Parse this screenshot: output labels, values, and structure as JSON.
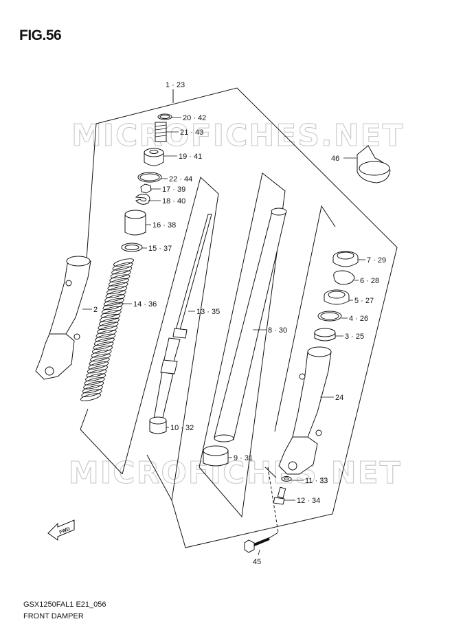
{
  "figure": {
    "title": "FIG.56",
    "model_code": "GSX1250FAL1 E21_056",
    "assembly_name": "FRONT DAMPER"
  },
  "watermark": {
    "text": "MICROFICHES.NET"
  },
  "fwd_badge": "FWD",
  "parts": [
    {
      "id": "1-23",
      "label": "1 · 23"
    },
    {
      "id": "20-42",
      "label": "20 · 42"
    },
    {
      "id": "21-43",
      "label": "21 · 43"
    },
    {
      "id": "19-41",
      "label": "19 · 41"
    },
    {
      "id": "22-44",
      "label": "22 · 44"
    },
    {
      "id": "17-39",
      "label": "17 · 39"
    },
    {
      "id": "18-40",
      "label": "18 · 40"
    },
    {
      "id": "16-38",
      "label": "16 · 38"
    },
    {
      "id": "15-37",
      "label": "15 · 37"
    },
    {
      "id": "2",
      "label": "2"
    },
    {
      "id": "14-36",
      "label": "14 · 36"
    },
    {
      "id": "13-35",
      "label": "13 · 35"
    },
    {
      "id": "8-30",
      "label": "8 · 30"
    },
    {
      "id": "10-32",
      "label": "10 · 32"
    },
    {
      "id": "9-31",
      "label": "9 · 31"
    },
    {
      "id": "46",
      "label": "46"
    },
    {
      "id": "7-29",
      "label": "7 · 29"
    },
    {
      "id": "6-28",
      "label": "6 · 28"
    },
    {
      "id": "5-27",
      "label": "5 · 27"
    },
    {
      "id": "4-26",
      "label": "4 · 26"
    },
    {
      "id": "3-25",
      "label": "3 · 25"
    },
    {
      "id": "24",
      "label": "24"
    },
    {
      "id": "11-33",
      "label": "11 · 33"
    },
    {
      "id": "12-34",
      "label": "12 · 34"
    },
    {
      "id": "45",
      "label": "45"
    }
  ]
}
